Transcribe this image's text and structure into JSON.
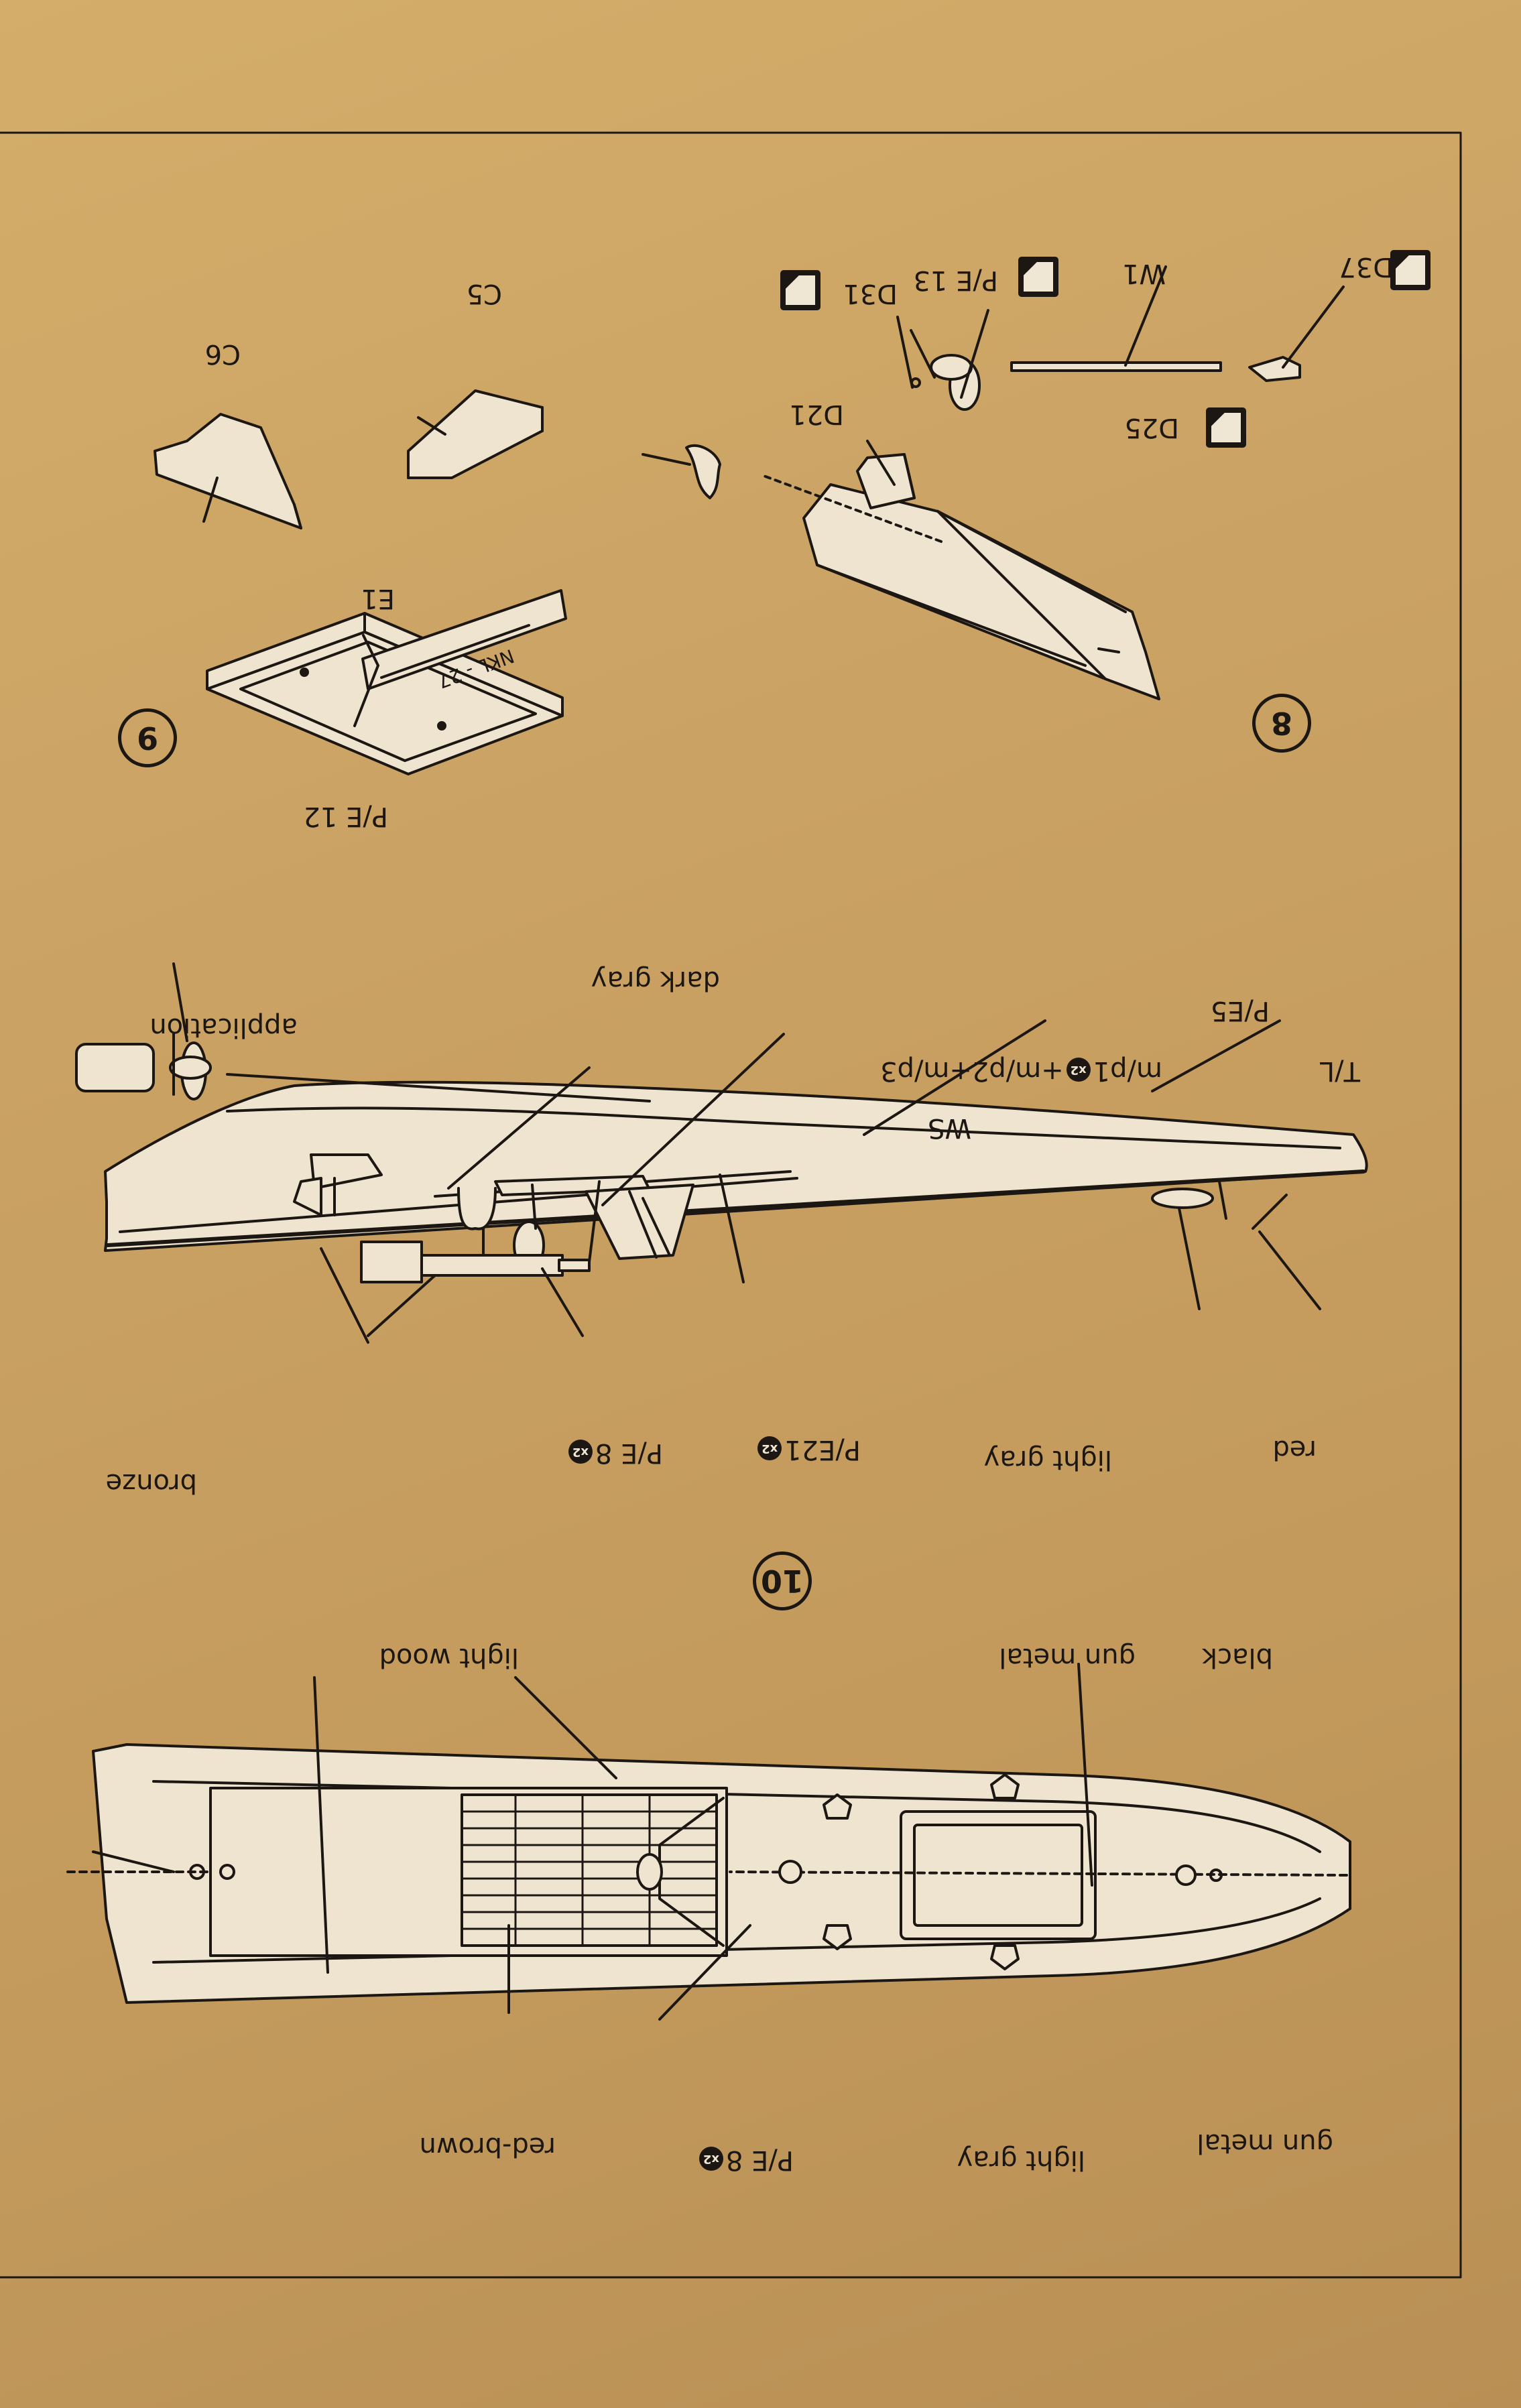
{
  "steps": {
    "step8": "8",
    "step9": "9",
    "step10": "10"
  },
  "step8": {
    "d37": "D37",
    "pe13": "P/E 13",
    "w1": "W1",
    "d31": "D31",
    "d21": "D21",
    "d25": "D25"
  },
  "step9": {
    "c5": "C5",
    "c6": "C6",
    "e1": "E1",
    "pe12": "P/E 12",
    "plate_text": "NKL - 27"
  },
  "side_view": {
    "dark_gray": "dark gray",
    "application": "application",
    "pe5": "P/E5",
    "tl": "T/L",
    "mp": "m/p1",
    "mp_rest": "+m/p2+m/p3",
    "ws": "WS",
    "bronze": "bronze",
    "pe8": "P/E 8",
    "pe21": "P/E21",
    "light_gray": "light gray",
    "red": "red",
    "x2": "x2"
  },
  "top_view": {
    "light_wood": "light wood",
    "gun_metal_top": "gun metal",
    "black": "black",
    "red_brown": "red-brown",
    "pe8": "P/E 8",
    "light_gray": "light gray",
    "gun_metal_bottom": "gun metal",
    "x2": "x2"
  },
  "colors": {
    "paper": "#c9a263",
    "ink": "#1c1712",
    "hull_fill": "#eee4d0"
  }
}
